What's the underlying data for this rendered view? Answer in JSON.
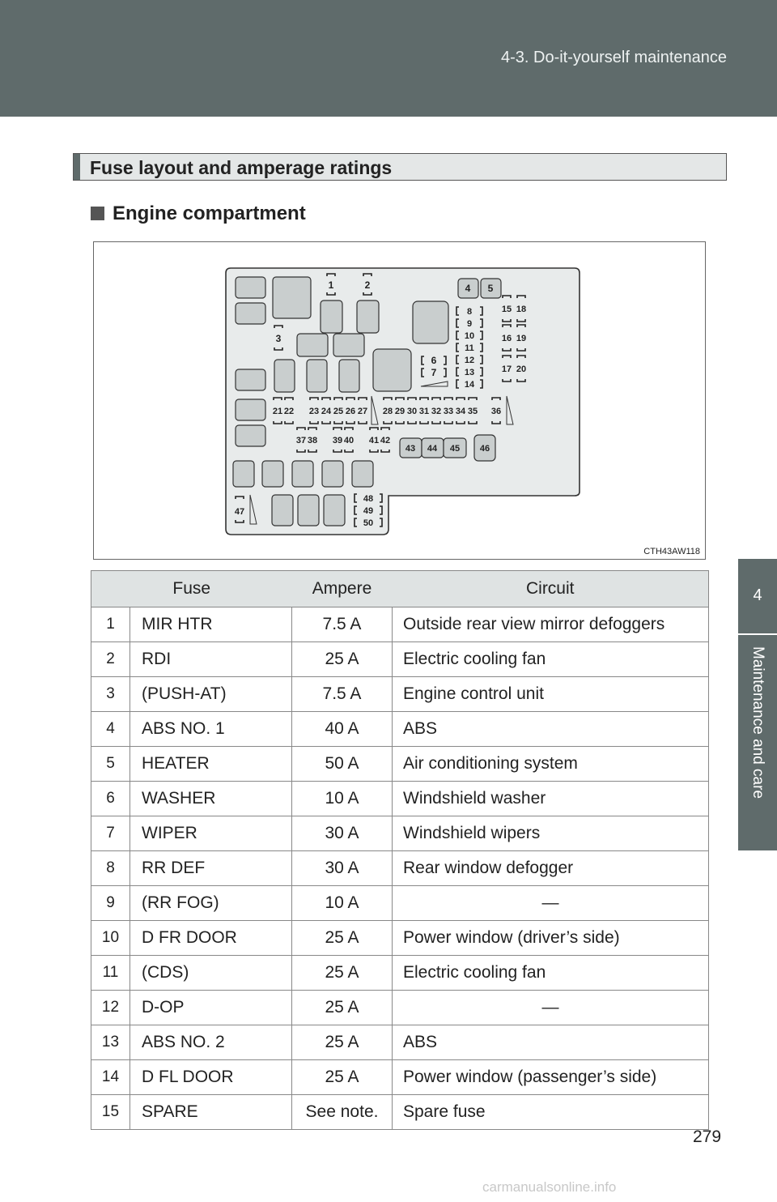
{
  "header": {
    "section": "4-3. Do-it-yourself maintenance"
  },
  "side_tab": {
    "number": "4",
    "label": "Maintenance and care"
  },
  "section_title": "Fuse layout and amperage ratings",
  "subheading": "Engine compartment",
  "figure": {
    "code": "CTH43AW118",
    "labels": [
      "1",
      "2",
      "3",
      "4",
      "5",
      "6",
      "7",
      "8",
      "9",
      "10",
      "11",
      "12",
      "13",
      "14",
      "15",
      "16",
      "17",
      "18",
      "19",
      "20",
      "21",
      "22",
      "23",
      "24",
      "25",
      "26",
      "27",
      "28",
      "29",
      "30",
      "31",
      "32",
      "33",
      "34",
      "35",
      "36",
      "37",
      "38",
      "39",
      "40",
      "41",
      "42",
      "43",
      "44",
      "45",
      "46",
      "47",
      "48",
      "49",
      "50"
    ]
  },
  "table": {
    "headers": [
      "Fuse",
      "Ampere",
      "Circuit"
    ],
    "rows": [
      {
        "no": "1",
        "fuse": "MIR HTR",
        "amp": "7.5 A",
        "circuit": "Outside rear view mirror defoggers"
      },
      {
        "no": "2",
        "fuse": "RDI",
        "amp": "25 A",
        "circuit": "Electric cooling fan"
      },
      {
        "no": "3",
        "fuse": "(PUSH-AT)",
        "amp": "7.5 A",
        "circuit": "Engine control unit"
      },
      {
        "no": "4",
        "fuse": "ABS NO. 1",
        "amp": "40 A",
        "circuit": "ABS"
      },
      {
        "no": "5",
        "fuse": "HEATER",
        "amp": "50 A",
        "circuit": "Air conditioning system"
      },
      {
        "no": "6",
        "fuse": "WASHER",
        "amp": "10 A",
        "circuit": "Windshield washer"
      },
      {
        "no": "7",
        "fuse": "WIPER",
        "amp": "30 A",
        "circuit": "Windshield wipers"
      },
      {
        "no": "8",
        "fuse": "RR DEF",
        "amp": "30 A",
        "circuit": "Rear window defogger"
      },
      {
        "no": "9",
        "fuse": "(RR FOG)",
        "amp": "10 A",
        "circuit": "—"
      },
      {
        "no": "10",
        "fuse": "D FR DOOR",
        "amp": "25 A",
        "circuit": "Power window (driver’s side)"
      },
      {
        "no": "11",
        "fuse": "(CDS)",
        "amp": "25 A",
        "circuit": "Electric cooling fan"
      },
      {
        "no": "12",
        "fuse": "D-OP",
        "amp": "25 A",
        "circuit": "—"
      },
      {
        "no": "13",
        "fuse": "ABS NO. 2",
        "amp": "25 A",
        "circuit": "ABS"
      },
      {
        "no": "14",
        "fuse": "D FL DOOR",
        "amp": "25 A",
        "circuit": "Power window (passenger’s side)"
      },
      {
        "no": "15",
        "fuse": "SPARE",
        "amp": "See note.",
        "circuit": "Spare fuse"
      }
    ]
  },
  "page_number": "279",
  "watermark": "carmanualsonline.info"
}
